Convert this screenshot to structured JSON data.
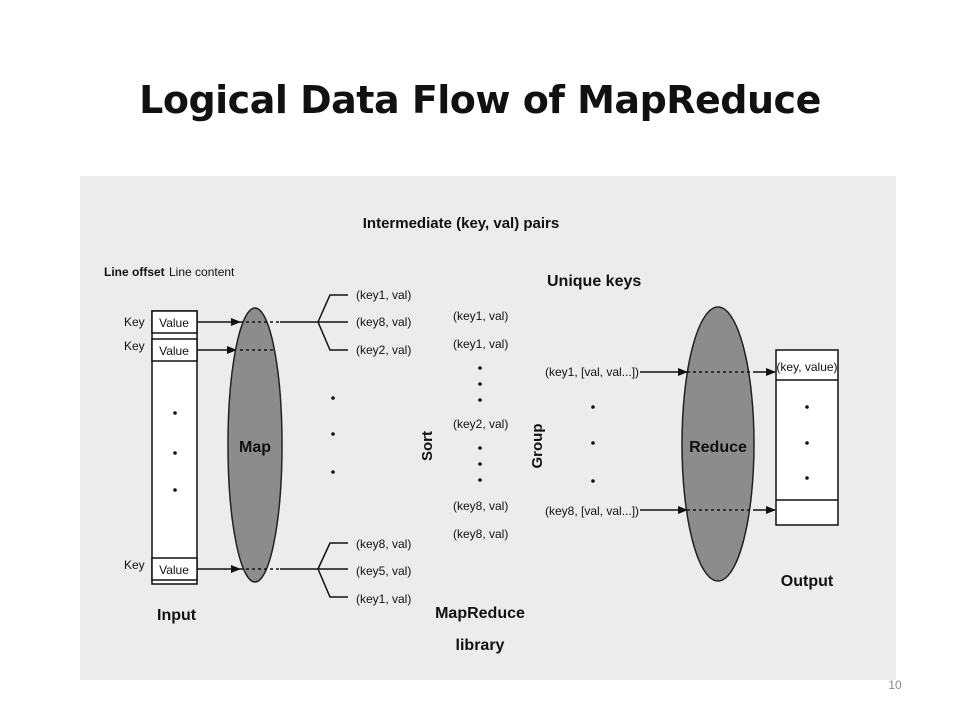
{
  "slide": {
    "title": "Logical Data Flow of MapReduce",
    "page_number": "10"
  },
  "diagram": {
    "header": "Intermediate (key, val) pairs",
    "input": {
      "col_labels": [
        "Line offset",
        "Line content"
      ],
      "key_label": "Key",
      "value_label": "Value",
      "caption": "Input"
    },
    "map_label": "Map",
    "map_outputs_top": [
      "(key1, val)",
      "(key8, val)",
      "(key2, val)"
    ],
    "map_outputs_bottom": [
      "(key8, val)",
      "(key5, val)",
      "(key1, val)"
    ],
    "sort_label": "Sort",
    "sorted_pairs_top": [
      "(key1, val)",
      "(key1, val)"
    ],
    "sorted_pair_middle": "(key2, val)",
    "sorted_pairs_bottom": [
      "(key8, val)",
      "(key8, val)"
    ],
    "library_label": [
      "MapReduce",
      "library"
    ],
    "group_label": "Group",
    "unique_keys_label": "Unique keys",
    "grouped": [
      "(key1, [val, val...])",
      "(key8, [val, val...])"
    ],
    "reduce_label": "Reduce",
    "output": {
      "first_row": "(key, value)",
      "caption": "Output"
    },
    "colors": {
      "panel": "#ececec",
      "ellipse": "#8c8c8c",
      "box": "#ffffff",
      "line": "#111111"
    }
  }
}
